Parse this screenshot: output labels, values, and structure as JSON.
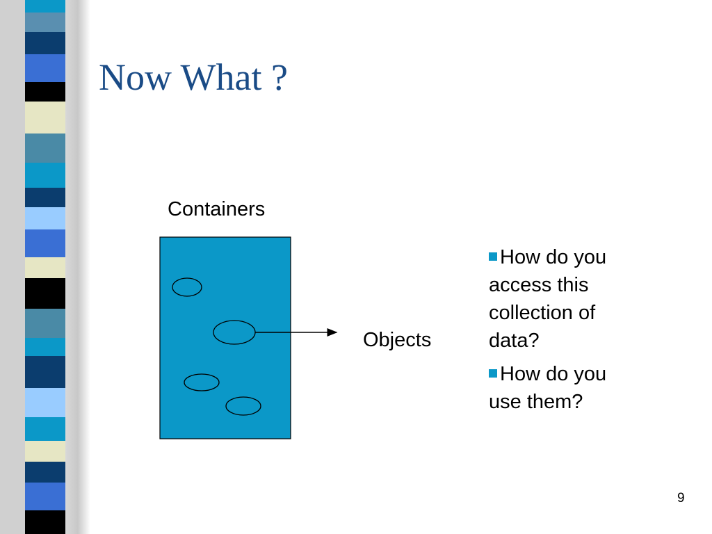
{
  "slide": {
    "title": "Now What ?",
    "page_number": "9"
  },
  "diagram": {
    "container_label": "Containers",
    "objects_label": "Objects",
    "container_color": "#0b98c8",
    "object_count": 4
  },
  "bullets": [
    {
      "text": "How do you access this collection of data?"
    },
    {
      "text": "How do you use them?"
    }
  ],
  "theme": {
    "title_color": "#1a4b86",
    "bullet_color": "#0b98c8"
  }
}
